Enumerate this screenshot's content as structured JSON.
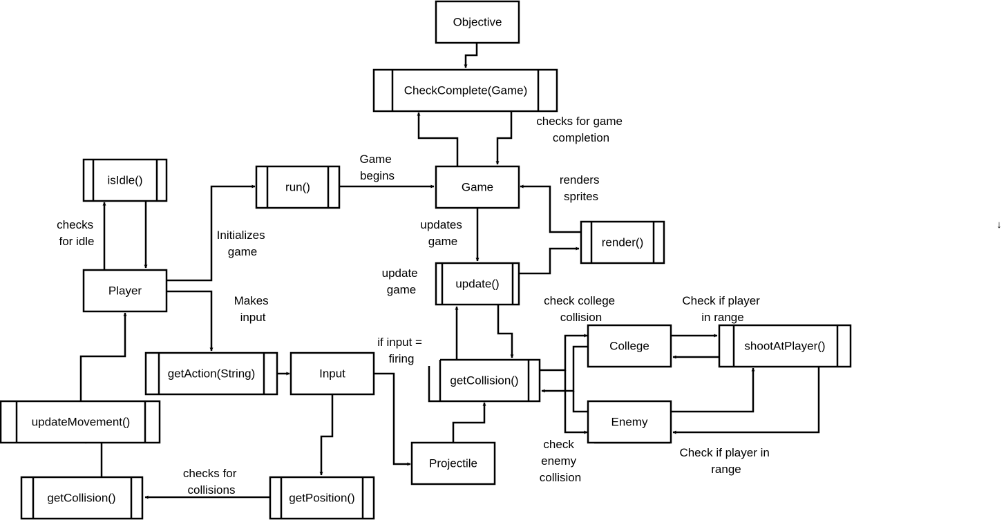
{
  "nodes": {
    "objective": "Objective",
    "check_complete": "CheckComplete(Game)",
    "game": "Game",
    "is_idle": "isIdle()",
    "run": "run()",
    "render": "render()",
    "player": "Player",
    "update": "update()",
    "get_action": "getAction(String)",
    "input": "Input",
    "get_collision_main": "getCollision()",
    "college": "College",
    "shoot_at_player": "shootAtPlayer()",
    "enemy": "Enemy",
    "update_movement": "updateMovement()",
    "projectile": "Projectile",
    "get_collision_player": "getCollision()",
    "get_position": "getPosition()"
  },
  "labels": {
    "checks_game_completion": [
      "checks for game",
      "completion"
    ],
    "game_begins": [
      "Game",
      "begins"
    ],
    "renders_sprites": [
      "renders",
      "sprites"
    ],
    "checks_for_idle": [
      "checks",
      "for idle"
    ],
    "initializes_game": [
      "Initializes",
      "game"
    ],
    "updates_game": [
      "updates",
      "game"
    ],
    "update_game": [
      "update",
      "game"
    ],
    "makes_input": [
      "Makes",
      "input"
    ],
    "check_college_collision": [
      "check college",
      "collision"
    ],
    "check_player_range_top": [
      "Check if player",
      "in range"
    ],
    "if_input_firing": [
      "if input =",
      "firing"
    ],
    "check_enemy_collision": [
      "check",
      "enemy",
      "collision"
    ],
    "check_player_range_bottom": [
      "Check if player in",
      "range"
    ],
    "checks_for_collisions": [
      "checks for",
      "collisions"
    ],
    "stray_glyph": "↓"
  }
}
